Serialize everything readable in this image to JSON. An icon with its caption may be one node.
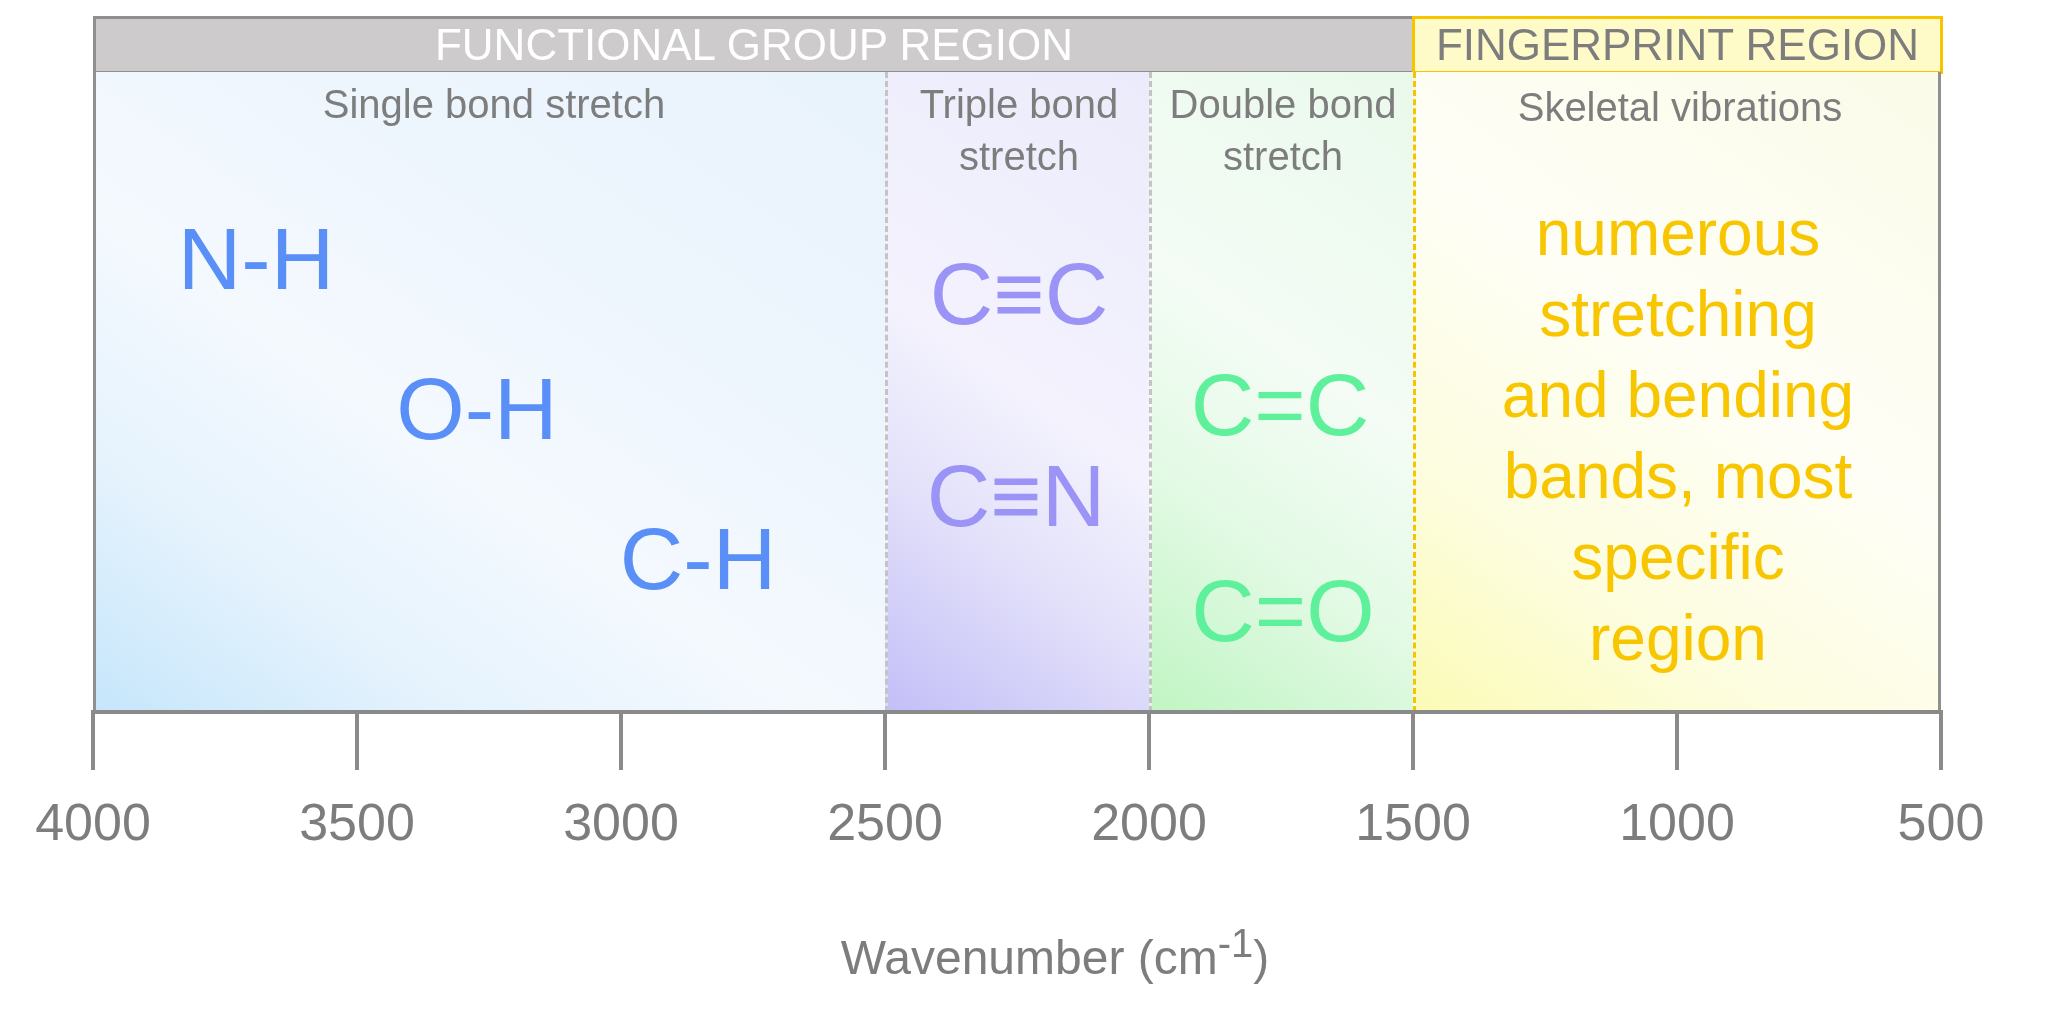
{
  "diagram": {
    "nodes": [
      {
        "text": [
          "FUNCTIONAL GROUP REGION"
        ]
      },
      {
        "text": [
          "FINGERPRINT REGION"
        ]
      },
      {
        "text": [
          "Single bond stretch",
          "N-H",
          "O-H",
          "C-H"
        ]
      },
      {
        "text": [
          "Triple bond stretch",
          "C≡C",
          "C≡N"
        ]
      },
      {
        "text": [
          "Double bond stretch",
          "C=C",
          "C=O"
        ]
      },
      {
        "text": [
          "Skeletal vibrations",
          "numerous stretching and bending bands, most specific region"
        ]
      }
    ],
    "labels": [
      "4000",
      "3500",
      "3000",
      "2500",
      "2000",
      "1500",
      "1000",
      "500",
      "Wavenumber (cm$^{-1}$)"
    ]
  }
}
